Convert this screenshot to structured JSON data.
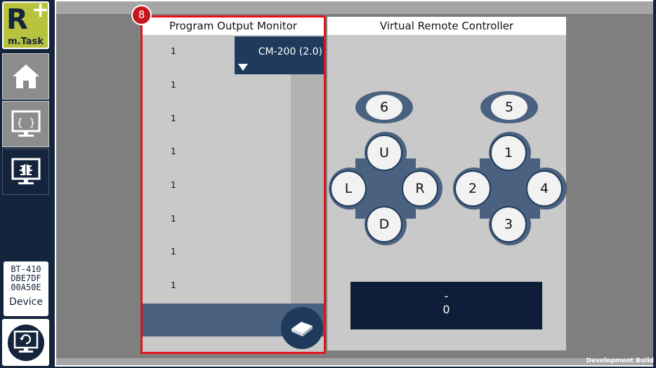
{
  "sidebar": {
    "logo": {
      "mark": "R",
      "plus": "+",
      "name": "m.Task"
    },
    "nav": [
      {
        "icon": "home-icon"
      },
      {
        "icon": "code-monitor-icon"
      },
      {
        "icon": "debug-monitor-icon",
        "active": true
      }
    ],
    "device": {
      "line1": "BT-410",
      "line2": "DBE7DF",
      "line3": "00A50E",
      "label": "Device"
    },
    "sync_icon": "sync-monitor-icon"
  },
  "output_panel": {
    "badge": "8",
    "title": "Program Output Monitor",
    "lines": [
      "1",
      "1",
      "1",
      "1",
      "1",
      "1",
      "1",
      "1"
    ],
    "controller_dropdown": "CM-200 (2.0)",
    "clear_icon": "eraser-icon"
  },
  "remote_panel": {
    "title": "Virtual Remote Controller",
    "left_pad": {
      "top_pill": "6",
      "up": "U",
      "left": "L",
      "right": "R",
      "down": "D"
    },
    "right_pad": {
      "top_pill": "5",
      "up": "1",
      "left": "2",
      "right": "4",
      "down": "3"
    },
    "display": {
      "line1": "-",
      "line2": "0"
    }
  },
  "footer": {
    "build_label": "Development Build"
  },
  "colors": {
    "navy": "#14243c",
    "pad_blue": "#4a6280",
    "highlight_red": "#e3121a",
    "logo_green": "#b7c23d"
  }
}
